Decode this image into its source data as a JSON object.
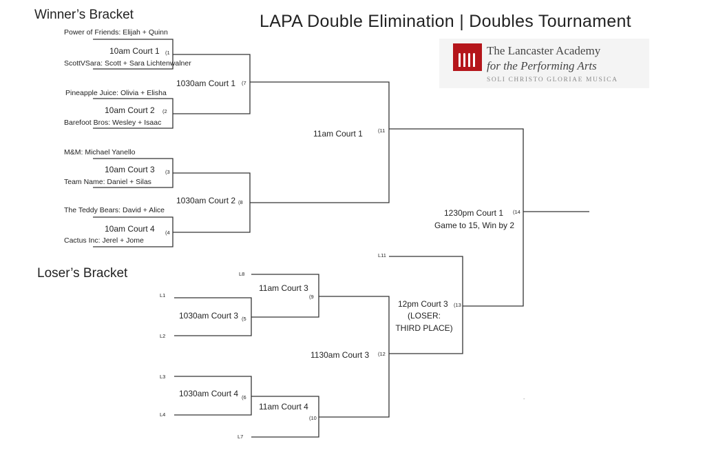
{
  "title": "LAPA Double Elimination | Doubles Tournament",
  "winners_header": "Winner’s Bracket",
  "losers_header": "Loser’s Bracket",
  "logo": {
    "line1": "The Lancaster Academy",
    "line2": "for the Performing Arts",
    "motto": "SOLI CHRISTO GLORIAE MUSICA",
    "brand_color": "#b5161b"
  },
  "teams": {
    "t1": "Power of Friends: Elijah + Quinn",
    "t2": "ScottVSara: Scott + Sara Lichtenwalner",
    "t3": "Pineapple Juice: Olivia + Elisha",
    "t4": "Barefoot Bros: Wesley + Isaac",
    "t5": "M&M: Michael Yanello",
    "t6": "Team Name: Daniel + Silas",
    "t7": "The Teddy Bears: David + Alice",
    "t8": "Cactus Inc: Jerel + Jome"
  },
  "matches": {
    "m1": "10am Court 1",
    "m2": "10am Court 2",
    "m3": "10am Court 3",
    "m4": "10am Court 4",
    "m7": "1030am Court 1",
    "m8": "1030am Court 2",
    "m11": "11am Court 1",
    "m14a": "1230pm Court 1",
    "m14b": "Game to 15, Win by 2",
    "m5": "1030am Court 3",
    "m6": "1030am Court 4",
    "m9": "11am Court 3",
    "m10": "11am Court 4",
    "m12": "1130am Court 3",
    "m13a": "12pm Court 3",
    "m13b": "(LOSER:",
    "m13c": "THIRD PLACE)"
  },
  "seeds": {
    "s1": "(1",
    "s2": "(2",
    "s3": "(3",
    "s4": "(4",
    "s5": "(5",
    "s6": "(6",
    "s7": "(7",
    "s8": "(8",
    "s9": "(9",
    "s10": "(10",
    "s11": "(11",
    "s12": "(12",
    "s13": "(13",
    "s14": "(14"
  },
  "loser_slots": {
    "l1": "L1",
    "l2": "L2",
    "l3": "L3",
    "l4": "L4",
    "l7": "L7",
    "l8": "L8",
    "l11": "L11"
  },
  "tick_mark": "-"
}
